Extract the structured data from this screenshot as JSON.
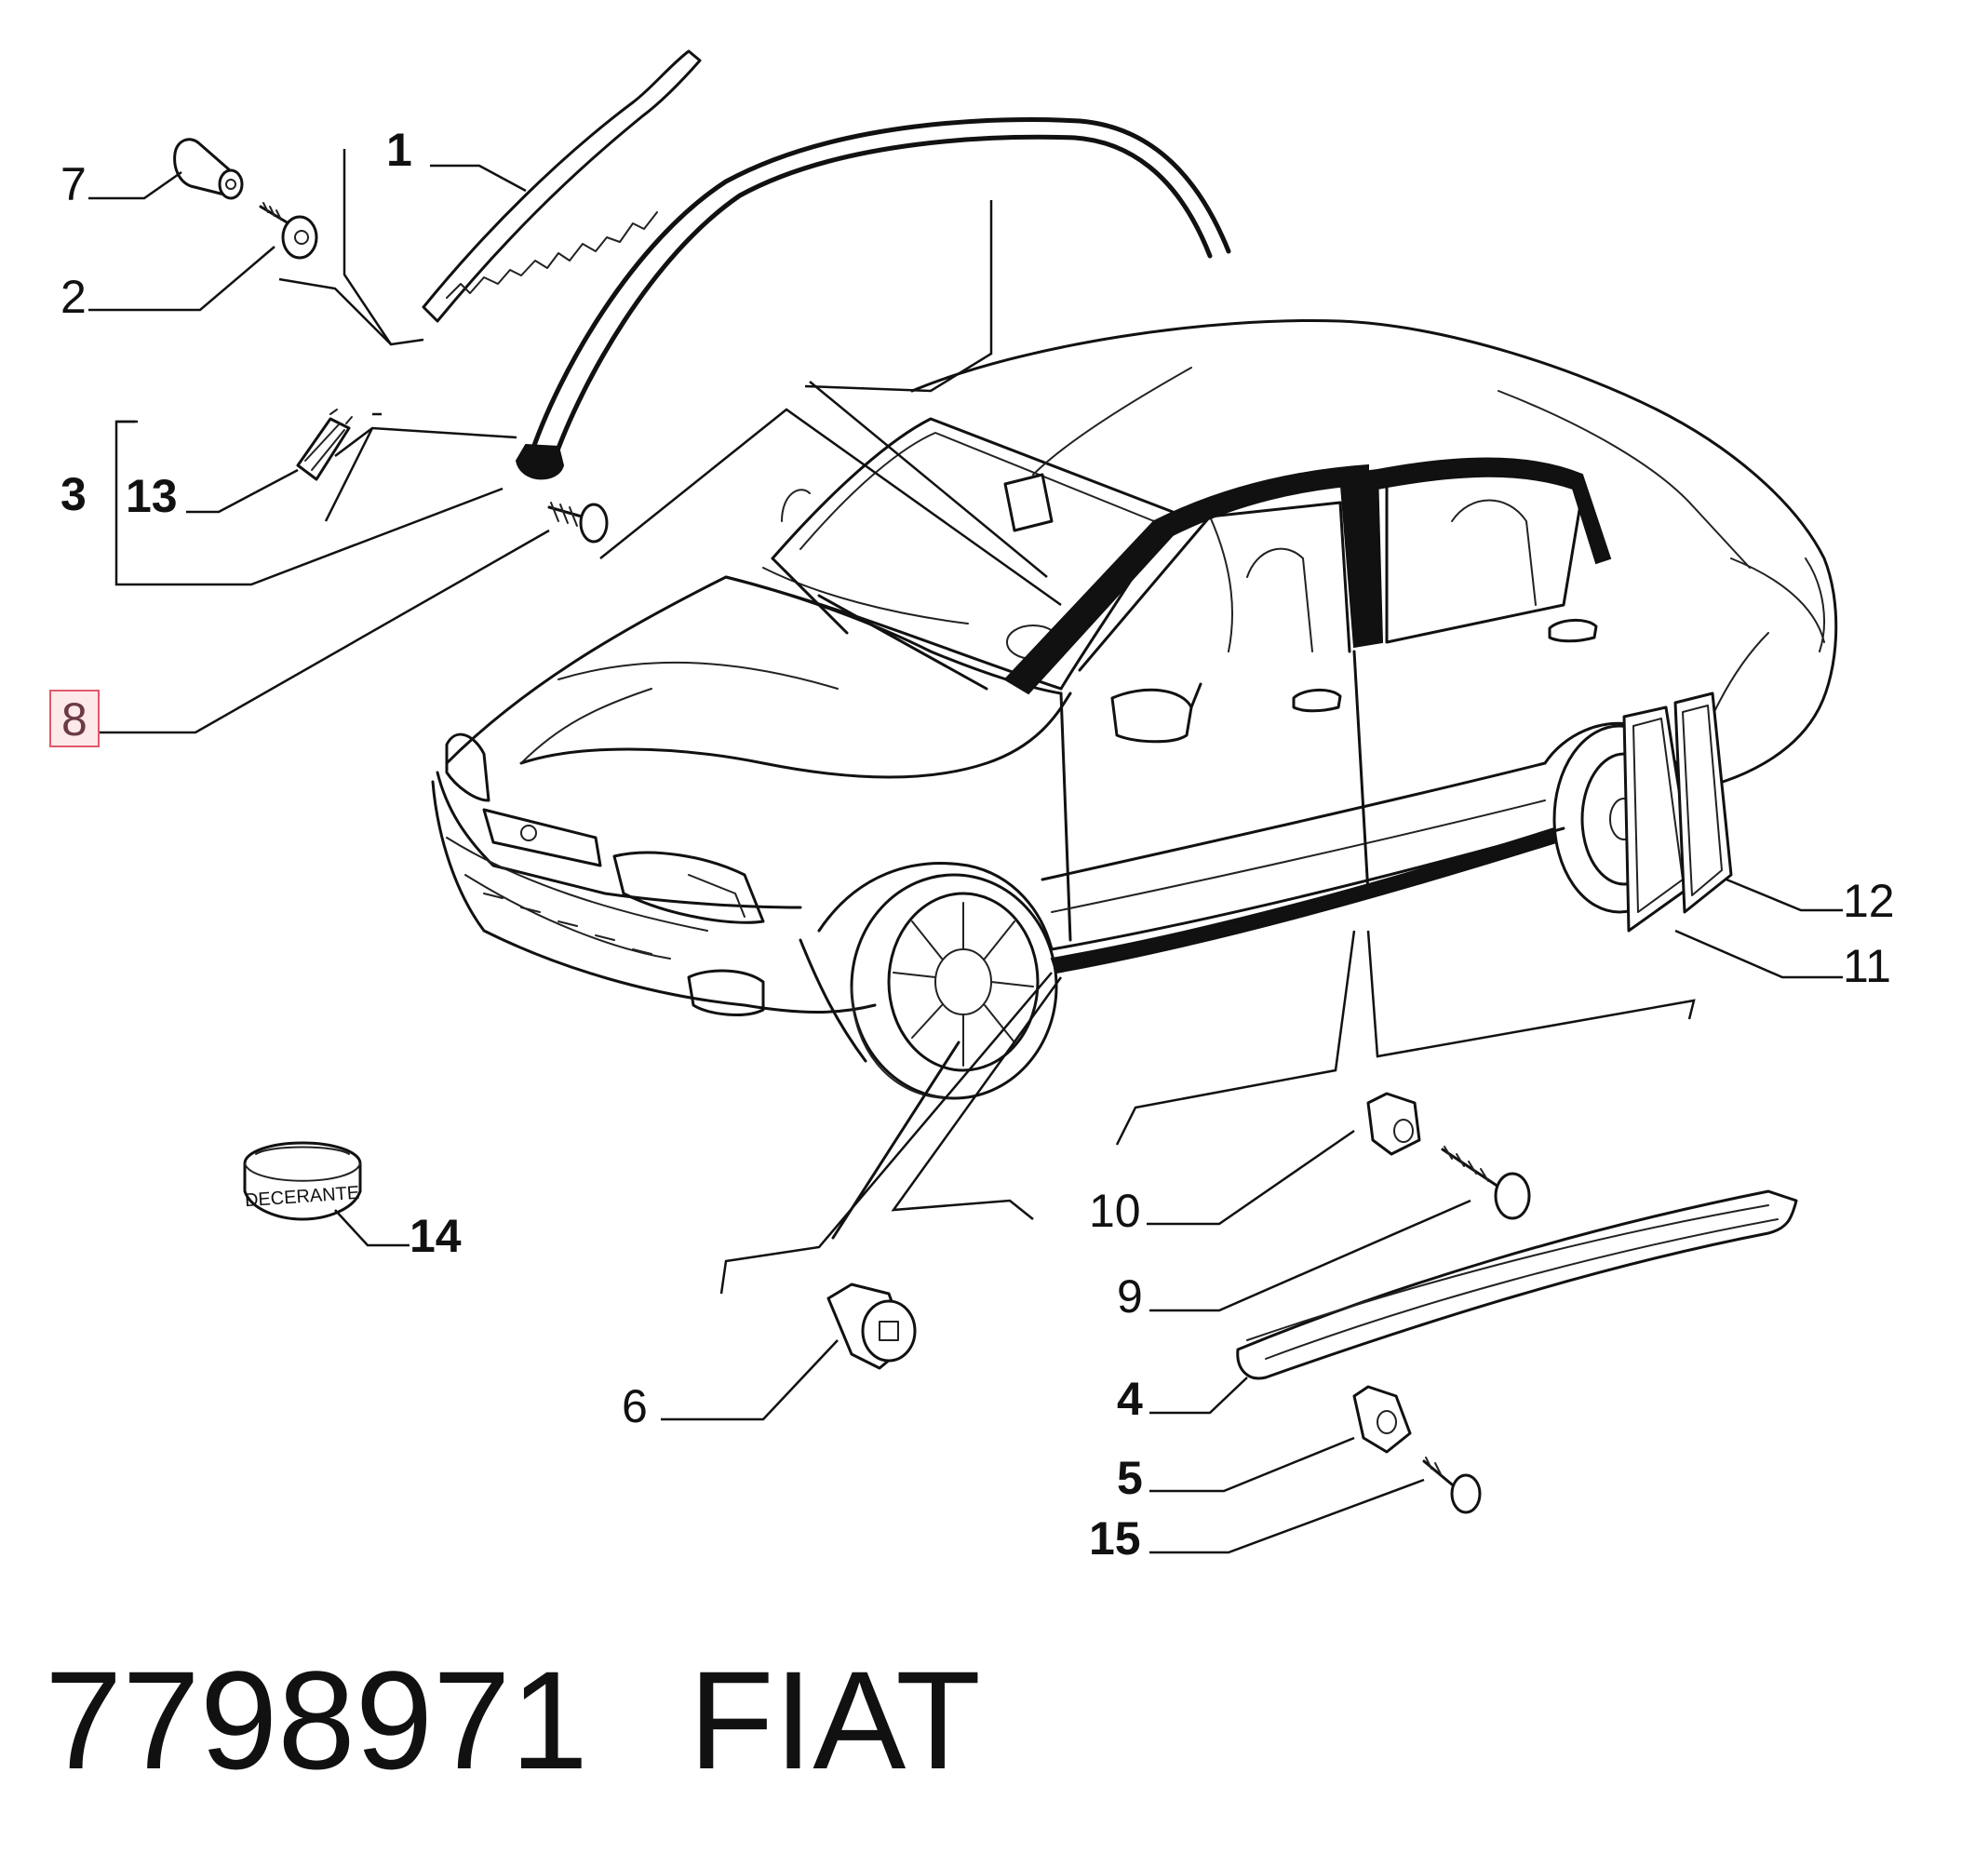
{
  "diagram": {
    "callouts": [
      "1",
      "2",
      "3",
      "4",
      "5",
      "6",
      "7",
      "8",
      "9",
      "10",
      "11",
      "12",
      "13",
      "14",
      "15"
    ],
    "highlighted_callout": "8",
    "can_label": "DECERANTE",
    "highlight_color": "#e05a6a"
  },
  "footer": {
    "part_number": "7798971",
    "brand": "FIAT"
  }
}
